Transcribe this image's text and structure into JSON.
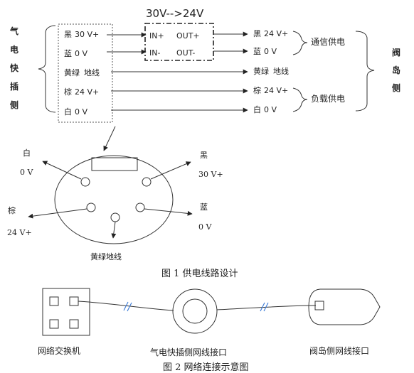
{
  "diagram1": {
    "converter_title": "30V-->24V",
    "converter_pins": {
      "in_plus": "IN+",
      "in_minus": "IN-",
      "out_plus": "OUT+",
      "out_minus": "OUT-"
    },
    "left_side_label": [
      "气",
      "电",
      "快",
      "插",
      "侧"
    ],
    "right_side_label": [
      "阀",
      "岛",
      "侧"
    ],
    "left_wires": [
      {
        "color": "黑",
        "value": "30 V+"
      },
      {
        "color": "蓝",
        "value": "0 V"
      },
      {
        "color": "黄绿",
        "value": "地线"
      },
      {
        "color": "棕",
        "value": "24 V+"
      },
      {
        "color": "白",
        "value": "0 V"
      }
    ],
    "right_wires": [
      {
        "color": "黑",
        "value": "24 V+"
      },
      {
        "color": "蓝",
        "value": "0 V"
      },
      {
        "color": "黄绿",
        "value": "地线"
      },
      {
        "color": "棕",
        "value": "24 V+"
      },
      {
        "color": "白",
        "value": "0 V"
      }
    ],
    "group_labels": {
      "comm": "通信供电",
      "load": "负载供电"
    },
    "connector_pins": {
      "white": {
        "name": "白",
        "value": "0 V"
      },
      "black": {
        "name": "黑",
        "value": "30 V+"
      },
      "brown": {
        "name": "棕",
        "value": "24 V+"
      },
      "blue": {
        "name": "蓝",
        "value": "0 V"
      },
      "ground": {
        "name": "黄绿地线"
      }
    },
    "caption": "图 1 供电线路设计"
  },
  "diagram2": {
    "switch_label": "网络交换机",
    "pneumatic_label": "气电快插侧网线接口",
    "valve_label": "阀岛侧网线接口",
    "caption": "图 2 网络连接示意图"
  }
}
